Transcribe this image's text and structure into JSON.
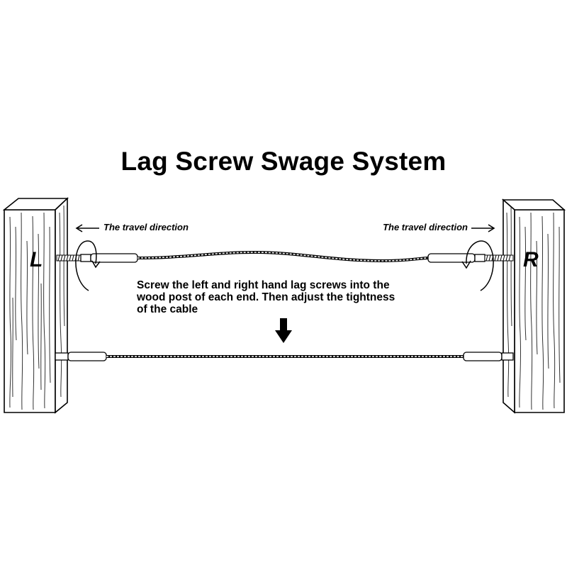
{
  "title": "Lag Screw Swage System",
  "direction_label_left": "The travel direction",
  "direction_label_right": "The travel direction",
  "post_left_label": "L",
  "post_right_label": "R",
  "instructions": [
    "Screw the left and right hand lag screws into the",
    "wood post of each end. Then adjust the tightness",
    "of the cable"
  ],
  "icons": [
    "arrow-left-icon",
    "arrow-right-icon",
    "rotation-arrow-icon",
    "down-arrow-icon"
  ]
}
